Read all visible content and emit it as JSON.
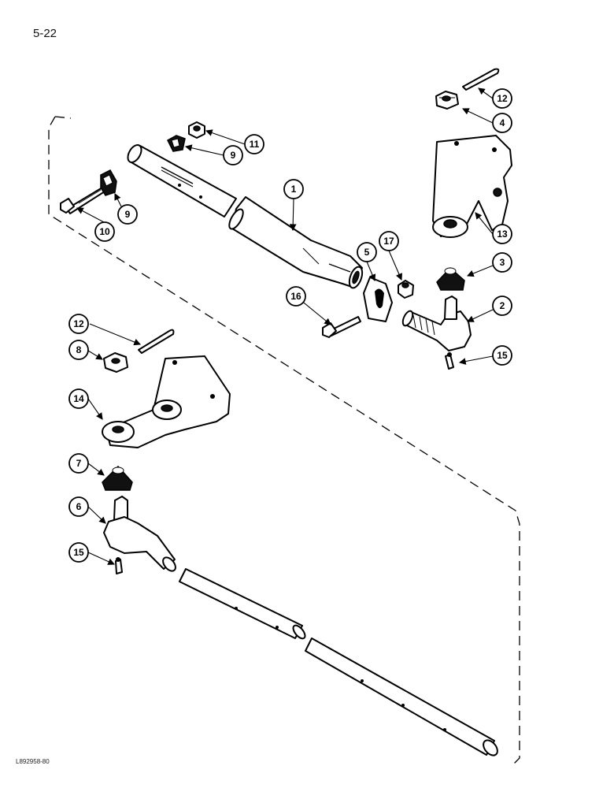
{
  "page_number": "5-22",
  "figure_id": "L892958-80",
  "callouts": [
    {
      "label": "1"
    },
    {
      "label": "2"
    },
    {
      "label": "3"
    },
    {
      "label": "4"
    },
    {
      "label": "5"
    },
    {
      "label": "6"
    },
    {
      "label": "7"
    },
    {
      "label": "8"
    },
    {
      "label": "9"
    },
    {
      "label": "9"
    },
    {
      "label": "10"
    },
    {
      "label": "11"
    },
    {
      "label": "12"
    },
    {
      "label": "12"
    },
    {
      "label": "13"
    },
    {
      "label": "14"
    },
    {
      "label": "15"
    },
    {
      "label": "15"
    },
    {
      "label": "16"
    },
    {
      "label": "17"
    }
  ]
}
